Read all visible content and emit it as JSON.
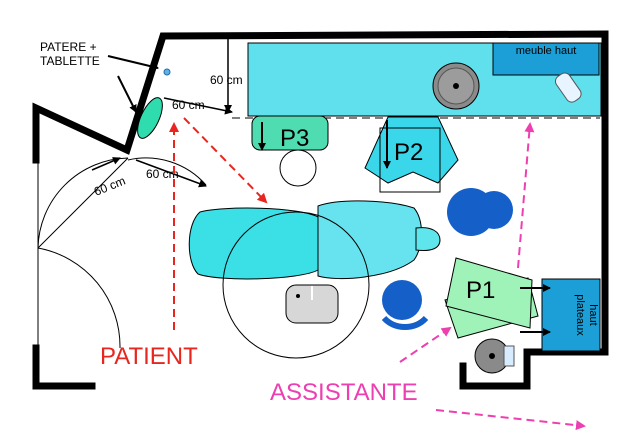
{
  "labels": {
    "patere": "PATERE +",
    "tablette": "TABLETTE",
    "meuble_haut": "meuble haut",
    "dim_top": "60 cm",
    "dim_p3_left": "60 cm",
    "dim_mid": "60 cm",
    "dim_door": "60 cm",
    "p1": "P1",
    "p2": "P2",
    "p3": "P3",
    "haut_plateaux_line1": "haut",
    "haut_plateaux_line2": "plateaux",
    "patient": "PATIENT",
    "assistante": "ASSISTANTE"
  },
  "colors": {
    "wall": "#000000",
    "counter": "#5fe0ec",
    "counter_dark": "#1b9fd6",
    "chair": "#3ae0e6",
    "p1": "#9ff2b8",
    "p2": "#3ad7ea",
    "p3": "#4fdcb0",
    "stool": "#1560c8",
    "patient_arrow": "#e8261f",
    "assistante_arrow": "#ee3fb0"
  }
}
